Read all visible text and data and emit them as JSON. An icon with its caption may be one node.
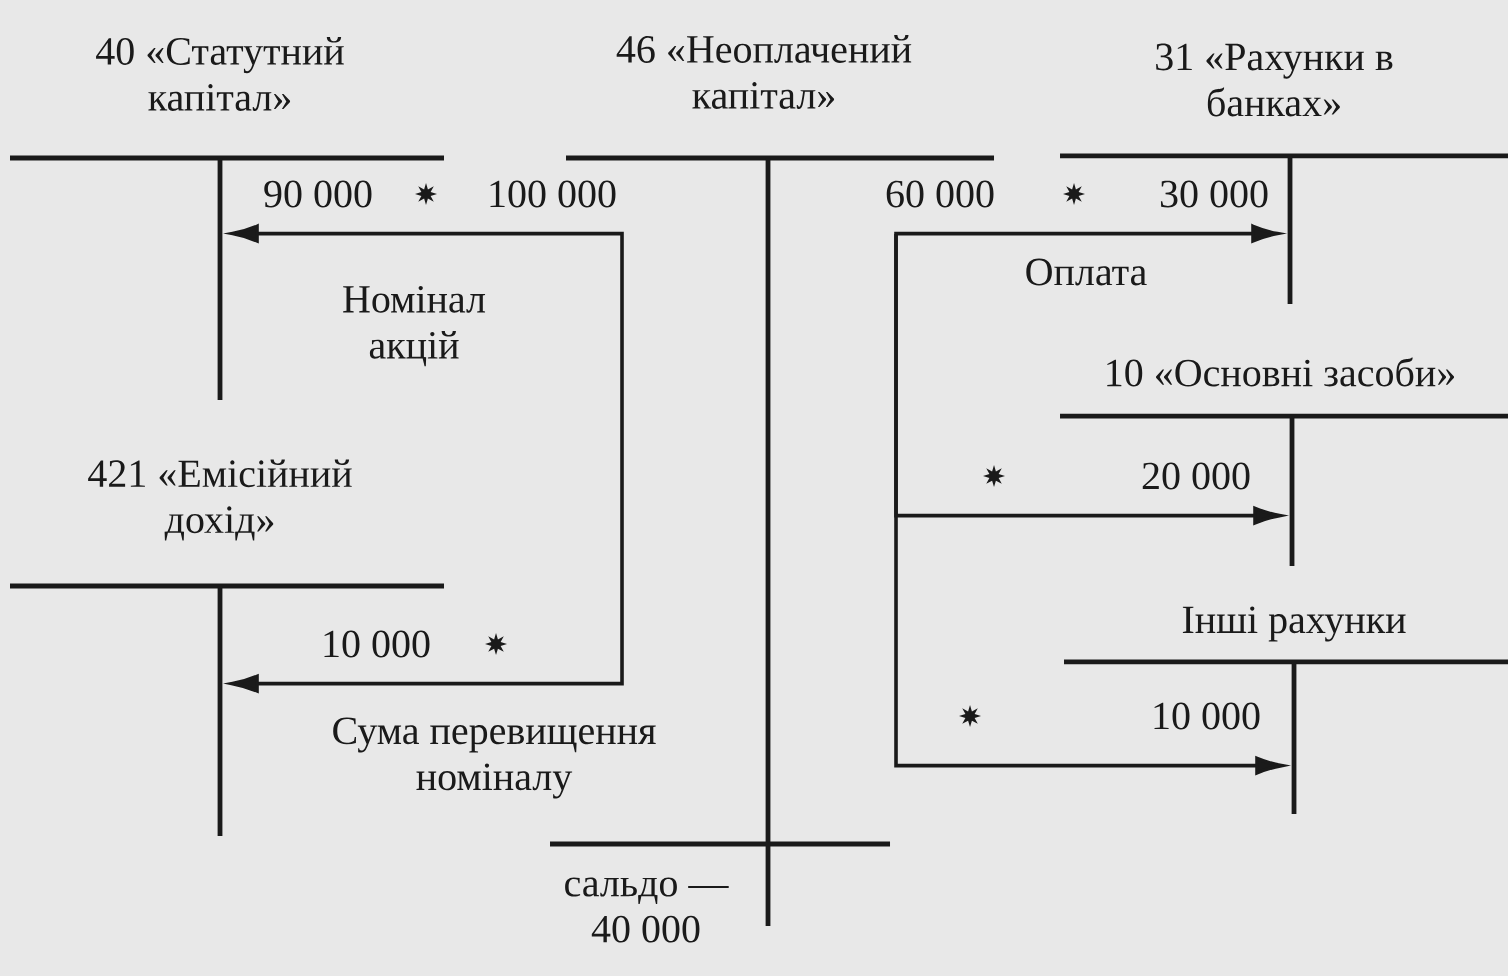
{
  "diagram": {
    "nodes": [
      {
        "text": [
          "40 «Статутний капітал»",
          "90 000"
        ]
      },
      {
        "text": [],
        "shape": "line",
        "in": 0
      },
      {
        "text": [
          "46 «Неоплачений капітал»",
          "100 000",
          "60 000",
          "сальдо — 40 000"
        ]
      },
      {
        "text": [
          "31 «Рахунки в банках»",
          "30 000"
        ]
      },
      {
        "text": [],
        "shape": "line",
        "in": 3
      },
      {
        "text": [
          "10 «Основні засоби»",
          "20 000"
        ]
      },
      {
        "text": [],
        "shape": "line",
        "in": 5
      },
      {
        "text": [
          "421 «Емісійний дохід»",
          "10 000"
        ]
      },
      {
        "text": [],
        "shape": "line",
        "in": 7
      },
      {
        "text": [
          "Інші рахунки",
          "10 000"
        ]
      },
      {
        "text": [],
        "shape": "line",
        "in": 9
      }
    ],
    "edges": [
      {
        "from": 2,
        "to": 1,
        "arrow": "to",
        "label": "Номінал акцій"
      },
      {
        "from": 2,
        "to": 8,
        "arrow": "to",
        "label": "Сума перевищення номіналу"
      },
      {
        "from": 2,
        "to": 4,
        "arrow": "to",
        "label": "Оплата"
      },
      {
        "from": 2,
        "to": 6,
        "arrow": "to"
      },
      {
        "from": 2,
        "to": 10,
        "arrow": "to"
      }
    ]
  }
}
